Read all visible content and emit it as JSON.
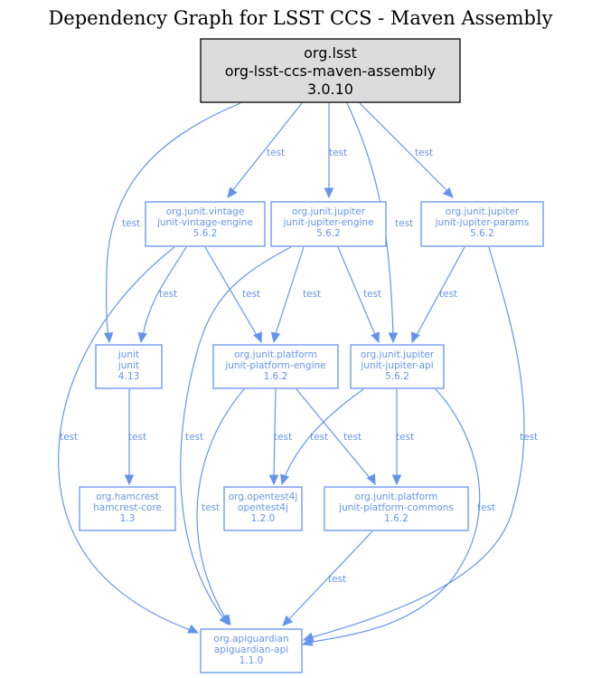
{
  "title": "Dependency Graph for LSST CCS - Maven Assembly",
  "colors": {
    "edge": "#6495ed",
    "root_fill": "#dcdcdc",
    "root_stroke": "#000000"
  },
  "nodes": [
    {
      "id": "root",
      "group": "org.lsst",
      "artifact": "org-lsst-ccs-maven-assembly",
      "version": "3.0.10"
    },
    {
      "id": "vintage",
      "group": "org.junit.vintage",
      "artifact": "junit-vintage-engine",
      "version": "5.6.2"
    },
    {
      "id": "jengine",
      "group": "org.junit.jupiter",
      "artifact": "junit-jupiter-engine",
      "version": "5.6.2"
    },
    {
      "id": "params",
      "group": "org.junit.jupiter",
      "artifact": "junit-jupiter-params",
      "version": "5.6.2"
    },
    {
      "id": "junit",
      "group": "junit",
      "artifact": "junit",
      "version": "4.13"
    },
    {
      "id": "pengine",
      "group": "org.junit.platform",
      "artifact": "junit-platform-engine",
      "version": "1.6.2"
    },
    {
      "id": "japi",
      "group": "org.junit.jupiter",
      "artifact": "junit-jupiter-api",
      "version": "5.6.2"
    },
    {
      "id": "hamcrest",
      "group": "org.hamcrest",
      "artifact": "hamcrest-core",
      "version": "1.3"
    },
    {
      "id": "opentest4j",
      "group": "org.opentest4j",
      "artifact": "opentest4j",
      "version": "1.2.0"
    },
    {
      "id": "commons",
      "group": "org.junit.platform",
      "artifact": "junit-platform-commons",
      "version": "1.6.2"
    },
    {
      "id": "apiguardian",
      "group": "org.apiguardian",
      "artifact": "apiguardian-api",
      "version": "1.1.0"
    }
  ],
  "edges": [
    {
      "from": "root",
      "to": "vintage",
      "label": "test"
    },
    {
      "from": "root",
      "to": "jengine",
      "label": "test"
    },
    {
      "from": "root",
      "to": "params",
      "label": "test"
    },
    {
      "from": "root",
      "to": "junit",
      "label": "test"
    },
    {
      "from": "root",
      "to": "japi",
      "label": "test"
    },
    {
      "from": "vintage",
      "to": "junit",
      "label": "test"
    },
    {
      "from": "vintage",
      "to": "pengine",
      "label": "test"
    },
    {
      "from": "vintage",
      "to": "apiguardian",
      "label": "test"
    },
    {
      "from": "jengine",
      "to": "pengine",
      "label": "test"
    },
    {
      "from": "jengine",
      "to": "japi",
      "label": "test"
    },
    {
      "from": "jengine",
      "to": "apiguardian",
      "label": "test"
    },
    {
      "from": "params",
      "to": "japi",
      "label": "test"
    },
    {
      "from": "params",
      "to": "apiguardian",
      "label": "test"
    },
    {
      "from": "junit",
      "to": "hamcrest",
      "label": "test"
    },
    {
      "from": "pengine",
      "to": "opentest4j",
      "label": "test"
    },
    {
      "from": "pengine",
      "to": "commons",
      "label": "test"
    },
    {
      "from": "pengine",
      "to": "apiguardian",
      "label": "test"
    },
    {
      "from": "japi",
      "to": "opentest4j",
      "label": "test"
    },
    {
      "from": "japi",
      "to": "commons",
      "label": "test"
    },
    {
      "from": "japi",
      "to": "apiguardian",
      "label": "test"
    },
    {
      "from": "commons",
      "to": "apiguardian",
      "label": "test"
    }
  ]
}
